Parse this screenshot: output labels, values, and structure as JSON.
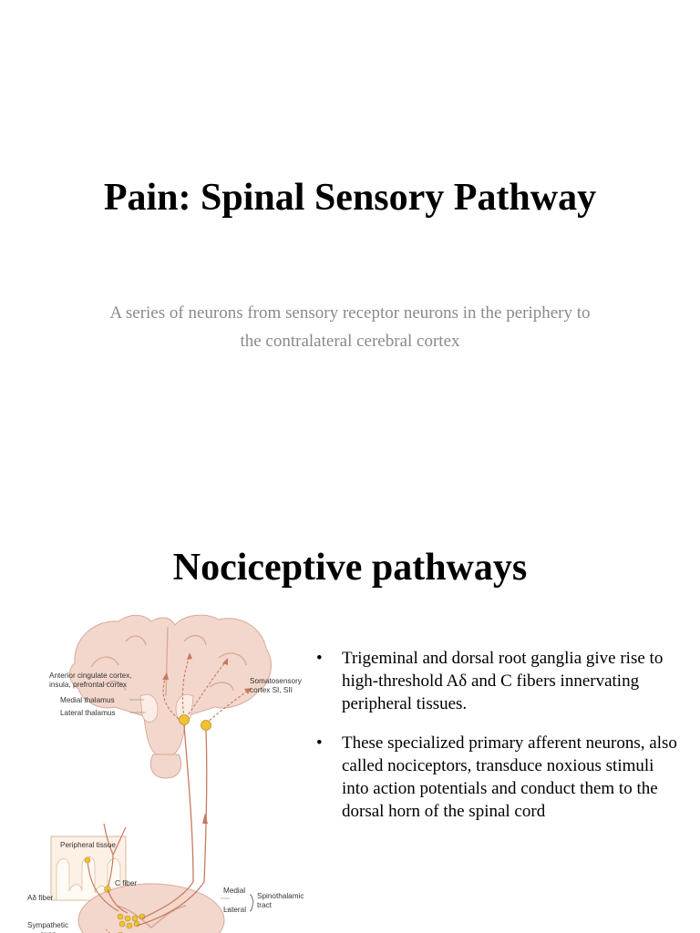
{
  "slide1": {
    "title": "Pain: Spinal Sensory Pathway",
    "subtitle": "A series of neurons from sensory receptor neurons in the periphery to the contralateral cerebral cortex"
  },
  "slide2": {
    "title": "Nociceptive pathways",
    "bullets": [
      "Trigeminal and dorsal root ganglia give rise to high-threshold Aδ and C fibers innervating peripheral tissues.",
      "These specialized primary afferent neurons, also called nociceptors, transduce noxious stimuli into action potentials and conduct them to the dorsal horn of the spinal cord"
    ],
    "figure": {
      "labels": {
        "anterior_line1": "Anterior cingulate cortex,",
        "anterior_line2": "insula, prefrontal cortex",
        "somato_line1": "Somatosensory",
        "somato_line2": "cortex SI, SII",
        "medial_thalamus": "Medial thalamus",
        "lateral_thalamus": "Lateral thalamus",
        "medial": "Medial",
        "lateral": "Lateral",
        "spinothalamic_line1": "Spinothalamic",
        "spinothalamic_line2": "tract",
        "peripheral_tissue": "Peripheral tissue",
        "c_fiber": "C fiber",
        "a_delta_fiber": "Aδ fiber",
        "sympathetic_line1": "Sympathetic",
        "sympathetic_line2": "axon"
      }
    }
  }
}
